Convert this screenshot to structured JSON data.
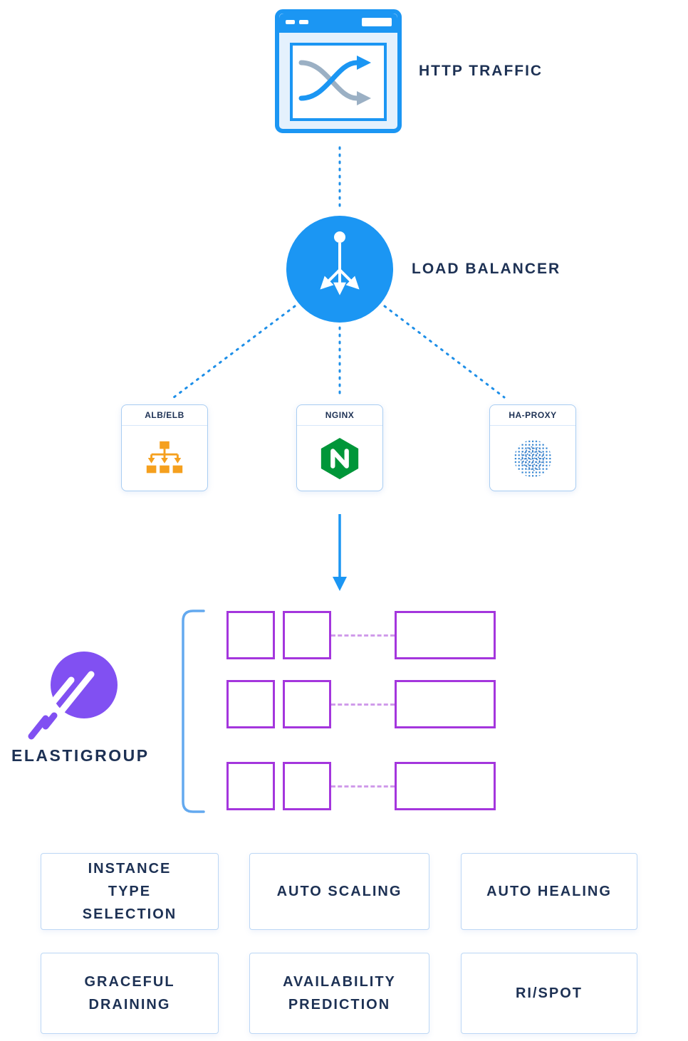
{
  "http_traffic": {
    "label": "HTTP TRAFFIC",
    "icon": "browser-traffic-icon"
  },
  "load_balancer": {
    "label": "LOAD BALANCER",
    "icon": "load-balancer-branch-icon"
  },
  "proxies": {
    "items": [
      {
        "label": "ALB/ELB",
        "icon": "alb-elb-tree-icon"
      },
      {
        "label": "NGINX",
        "icon": "nginx-hexagon-icon"
      },
      {
        "label": "HA-PROXY",
        "icon": "haproxy-dotted-sphere-icon"
      }
    ]
  },
  "elastigroup": {
    "label": "ELASTIGROUP",
    "icon": "elastigroup-comet-logo",
    "instance_rows": 3
  },
  "features": {
    "items": [
      {
        "label": "INSTANCE\nTYPE\nSELECTION"
      },
      {
        "label": "AUTO SCALING"
      },
      {
        "label": "AUTO HEALING"
      },
      {
        "label": "GRACEFUL\nDRAINING"
      },
      {
        "label": "AVAILABILITY\nPREDICTION"
      },
      {
        "label": "RI/SPOT"
      }
    ]
  },
  "colors": {
    "blue": "#1b96f3",
    "connector_blue": "#1e8fe8",
    "navy": "#1d3154",
    "purple": "#a436dd",
    "purple_light": "#d09bea",
    "logo_purple": "#8150f2",
    "orange": "#f5a01e",
    "nginx_green": "#009639",
    "border_blue": "#a9cdf2",
    "feature_border": "#bcd7f5",
    "gray_arrow": "#9bb0c4"
  }
}
